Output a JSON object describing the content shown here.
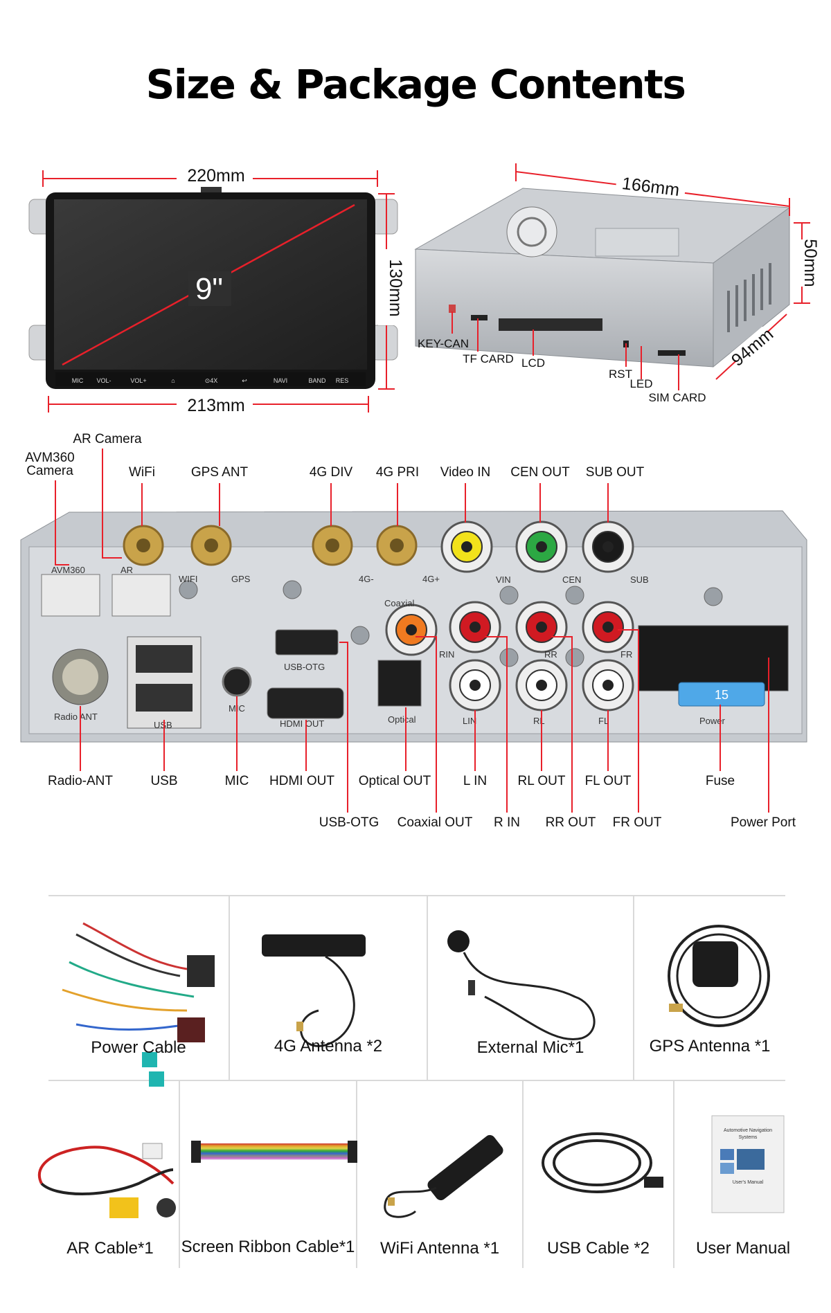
{
  "title": "Size & Package Contents",
  "front_unit": {
    "width_top": "220mm",
    "width_bottom": "213mm",
    "height": "130mm",
    "screen_size": "9\"",
    "buttons": [
      "MIC",
      "VOL-",
      "VOL+",
      "⌂",
      "⊙4X",
      "↩",
      "NAVI",
      "BAND",
      "RES"
    ]
  },
  "chassis": {
    "length": "166mm",
    "height": "50mm",
    "depth": "94mm",
    "labels": [
      "KEY-CAN",
      "TF CARD",
      "LCD",
      "RST",
      "LED",
      "SIM CARD"
    ]
  },
  "rear_panel": {
    "top_labels": [
      "AR Camera",
      "AVM360",
      "Camera",
      "WiFi",
      "GPS ANT",
      "4G DIV",
      "4G PRI",
      "Video IN",
      "CEN OUT",
      "SUB OUT"
    ],
    "bottom_labels_row1": [
      "Radio-ANT",
      "USB",
      "MIC",
      "HDMI OUT",
      "Optical OUT",
      "L IN",
      "RL OUT",
      "FL OUT",
      "Fuse"
    ],
    "bottom_labels_row2": [
      "USB-OTG",
      "Coaxial OUT",
      "R IN",
      "RR OUT",
      "FR OUT",
      "Power Port"
    ],
    "panel_text": [
      "WIFI",
      "GPS",
      "4G-",
      "4G+",
      "VIN",
      "CEN",
      "SUB",
      "AVM360",
      "AR",
      "Coaxial",
      "RIN",
      "RR",
      "FR",
      "LIN",
      "RL",
      "FL",
      "USB-OTG",
      "USB",
      "MIC",
      "HDMI OUT",
      "Optical",
      "Radio ANT",
      "Power",
      "15"
    ]
  },
  "package_row1": [
    "Power Cable",
    "4G Antenna *2",
    "External Mic*1",
    "GPS Antenna *1"
  ],
  "package_row2": [
    "AR Cable*1",
    "Screen Ribbon Cable*1",
    "WiFi Antenna *1",
    "USB Cable *2",
    "User Manual"
  ],
  "manual_cover": {
    "title_line1": "Automotive Navigation",
    "title_line2": "Systems",
    "subtitle": "User's Manual"
  },
  "colors": {
    "accent_red": "#e8202a",
    "panel": "#bfc3c8",
    "screen": "#2b2b2b"
  }
}
